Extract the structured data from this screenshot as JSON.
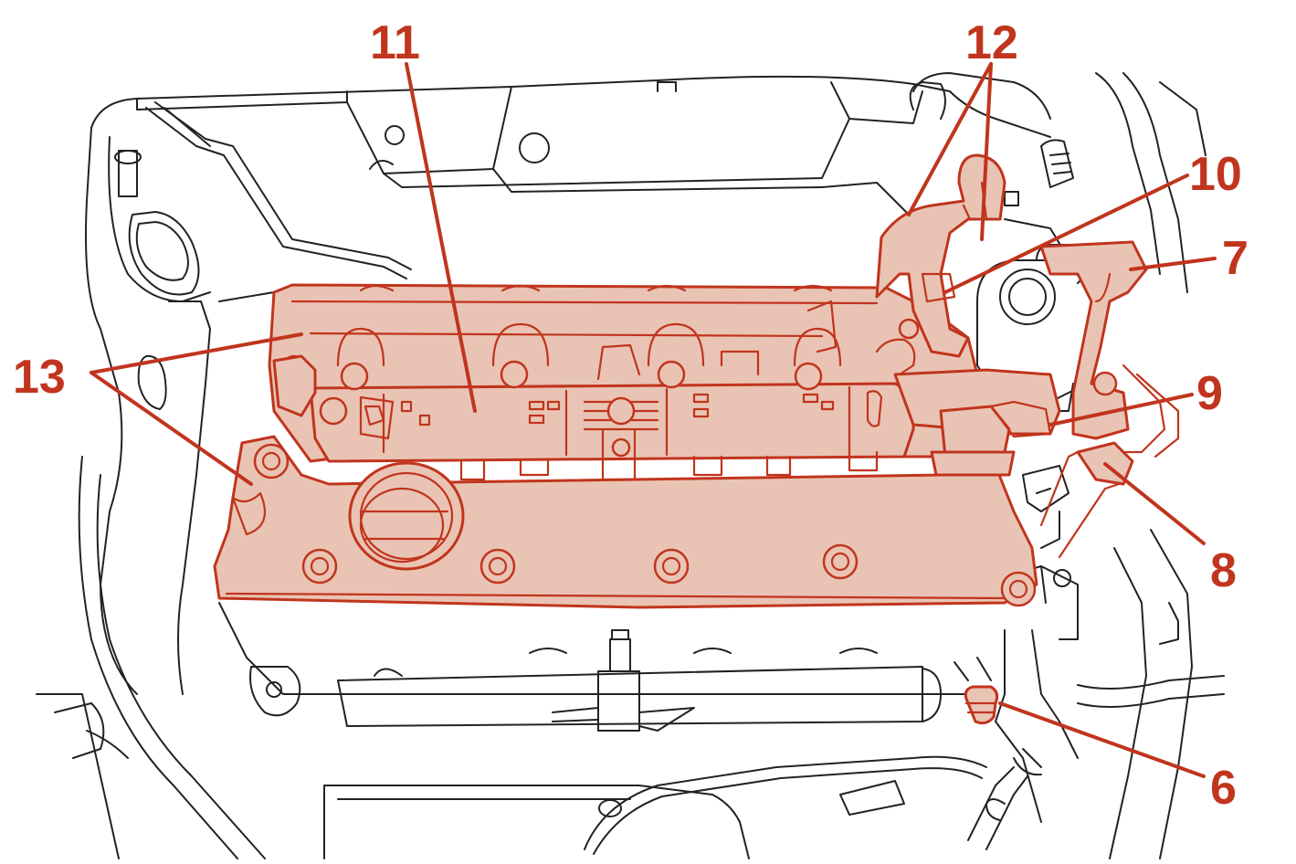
{
  "colors": {
    "accent": "#c1341d",
    "highlight_fill": "#e9c4b4",
    "linework": "#222222",
    "background": "#ffffff"
  },
  "callouts": {
    "c6": "6",
    "c7": "7",
    "c8": "8",
    "c9": "9",
    "c10": "10",
    "c11": "11",
    "c12": "12",
    "c13": "13"
  }
}
